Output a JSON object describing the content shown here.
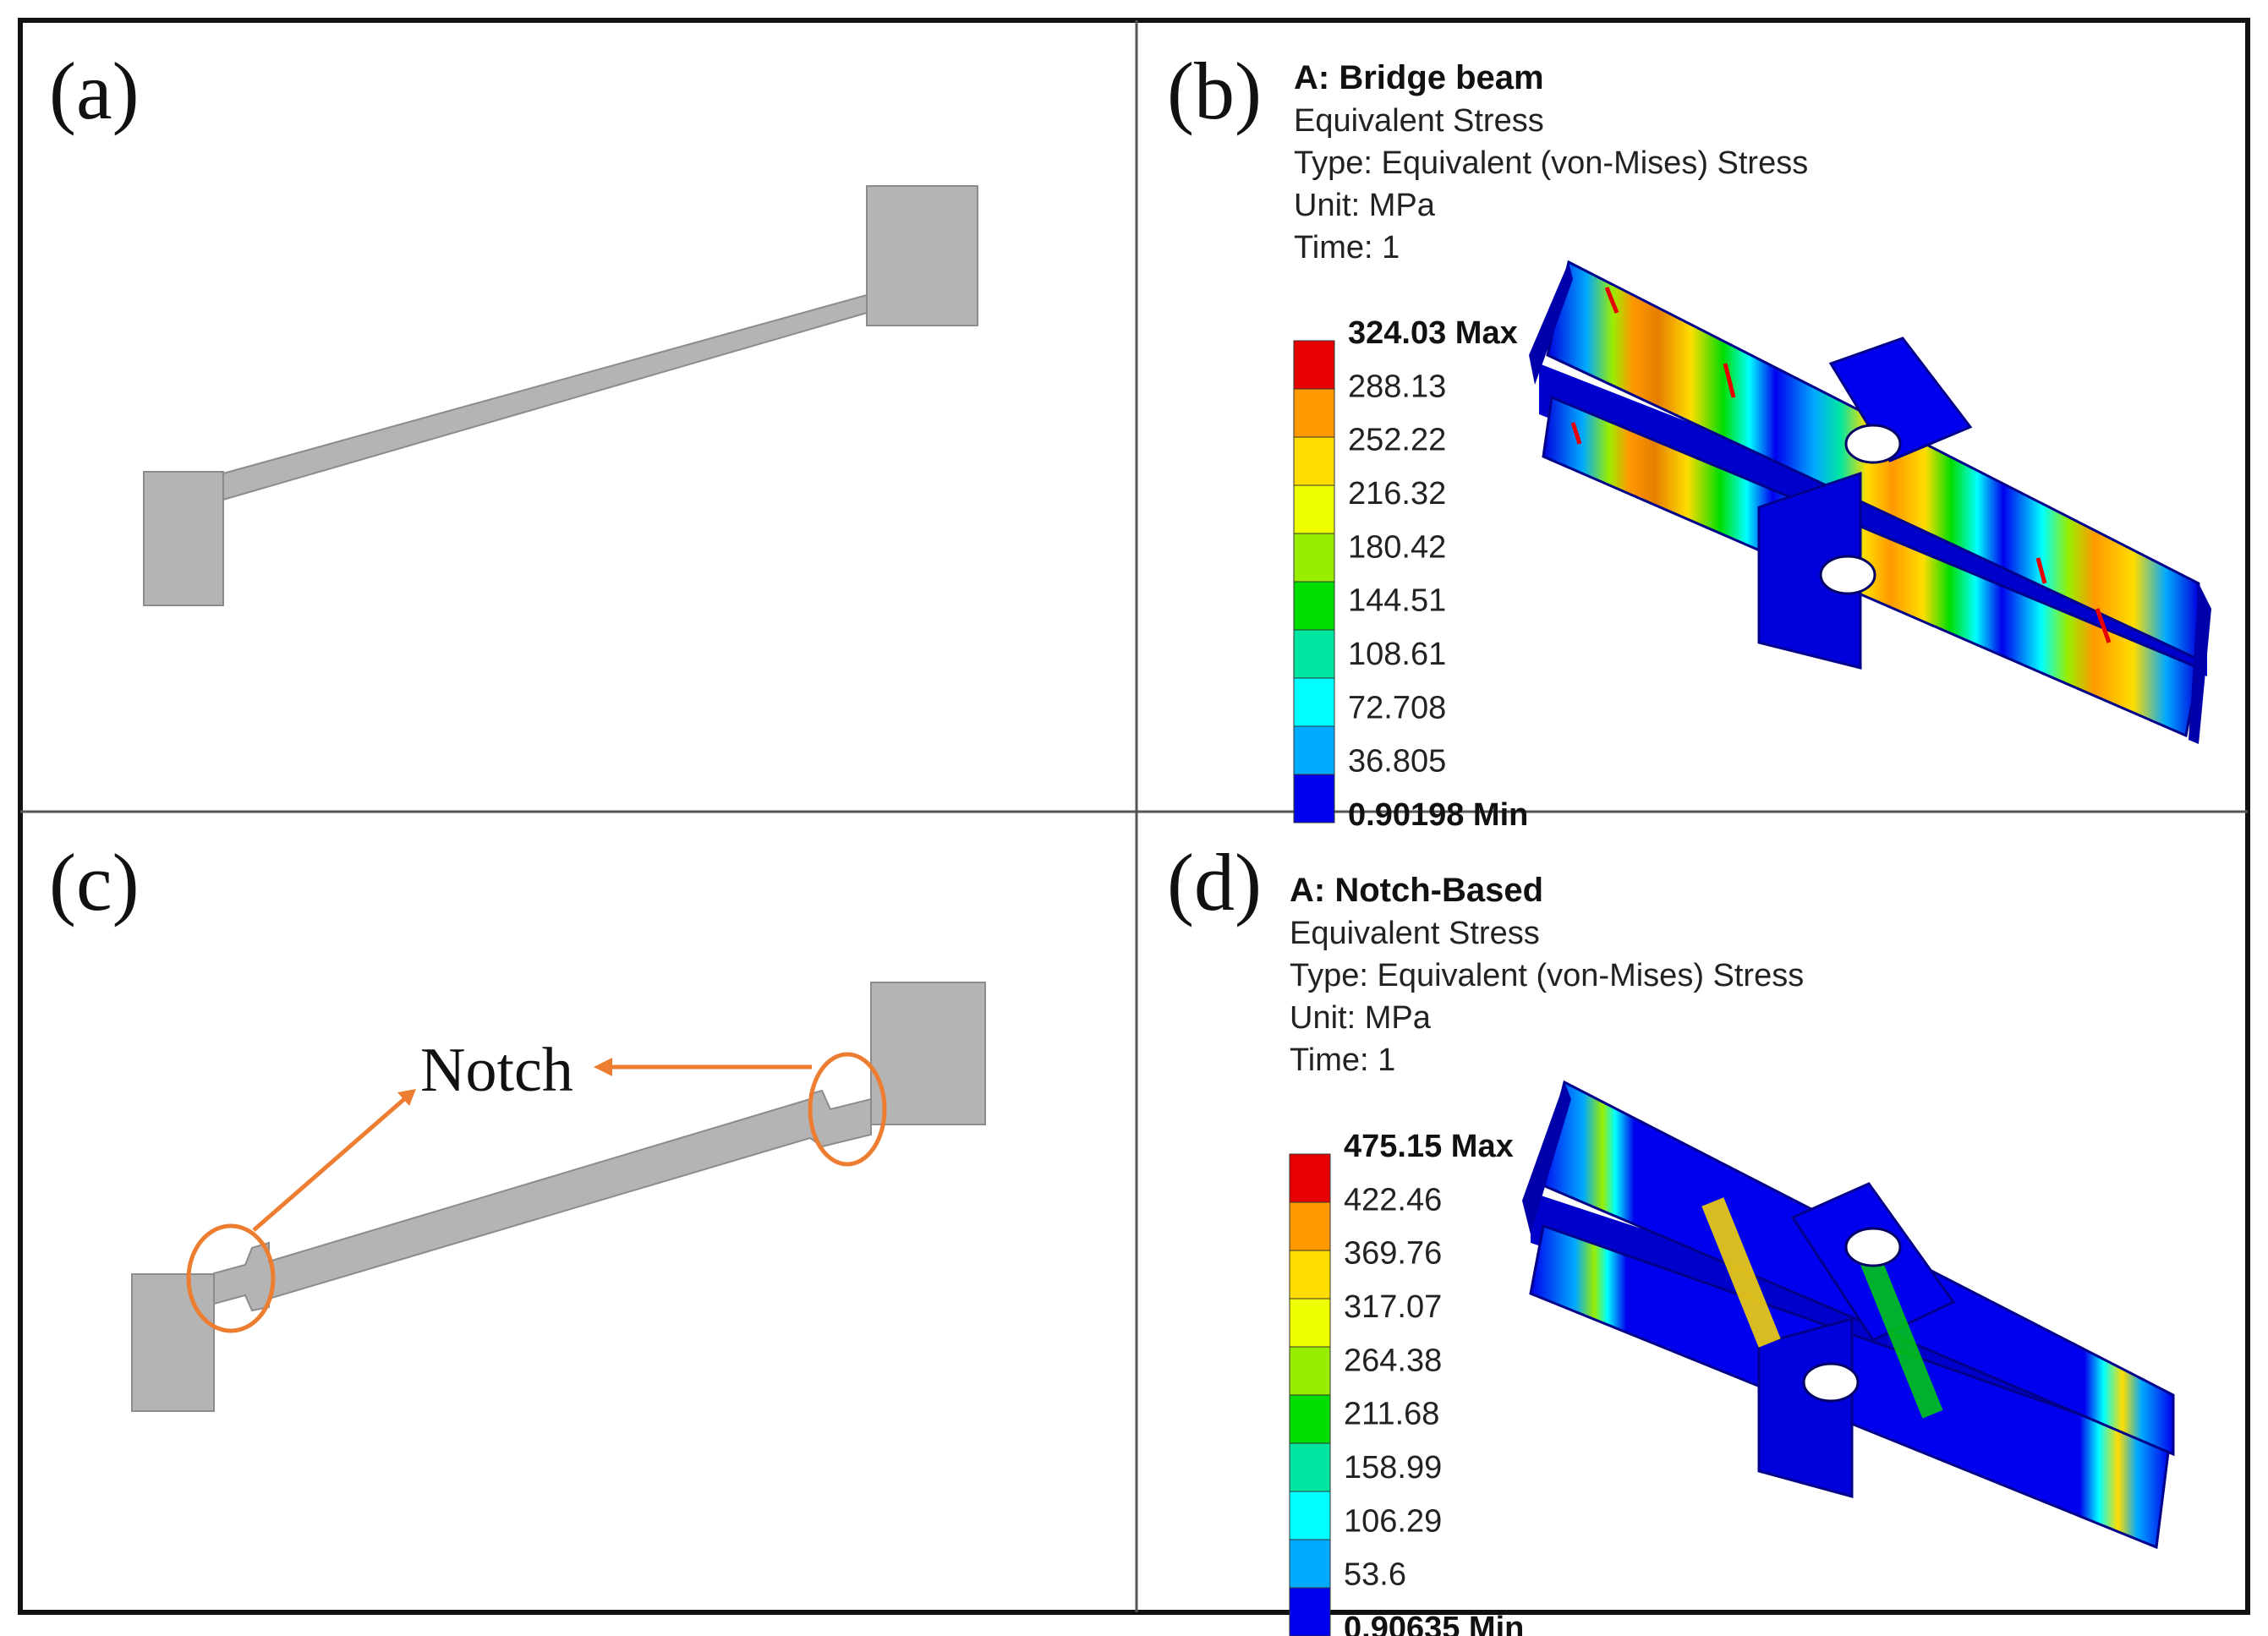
{
  "panels": {
    "a": {
      "letter": "(a)"
    },
    "b": {
      "letter": "(b)",
      "title": "A: Bridge beam",
      "result": "Equivalent Stress",
      "type_line": "Type: Equivalent (von-Mises) Stress",
      "unit_line": "Unit: MPa",
      "time_line": "Time: 1",
      "legend": [
        "324.03 Max",
        "288.13",
        "252.22",
        "216.32",
        "180.42",
        "144.51",
        "108.61",
        "72.708",
        "36.805",
        "0.90198 Min"
      ]
    },
    "c": {
      "letter": "(c)",
      "annotation": "Notch"
    },
    "d": {
      "letter": "(d)",
      "title": "A: Notch-Based",
      "result": "Equivalent Stress",
      "type_line": "Type: Equivalent (von-Mises) Stress",
      "unit_line": "Unit: MPa",
      "time_line": "Time: 1",
      "legend": [
        "475.15 Max",
        "422.46",
        "369.76",
        "317.07",
        "264.38",
        "211.68",
        "158.99",
        "106.29",
        "53.6",
        "0.90635 Min"
      ]
    }
  },
  "colors": {
    "border": "#111111",
    "geometry": "#b4b4b4",
    "annotation": "#ed7d31",
    "contour_scale": [
      "#e60000",
      "#ff9900",
      "#ffdd00",
      "#eeff00",
      "#99ee00",
      "#00dd00",
      "#00e6a0",
      "#00ffff",
      "#00aaff",
      "#0000ee"
    ]
  }
}
